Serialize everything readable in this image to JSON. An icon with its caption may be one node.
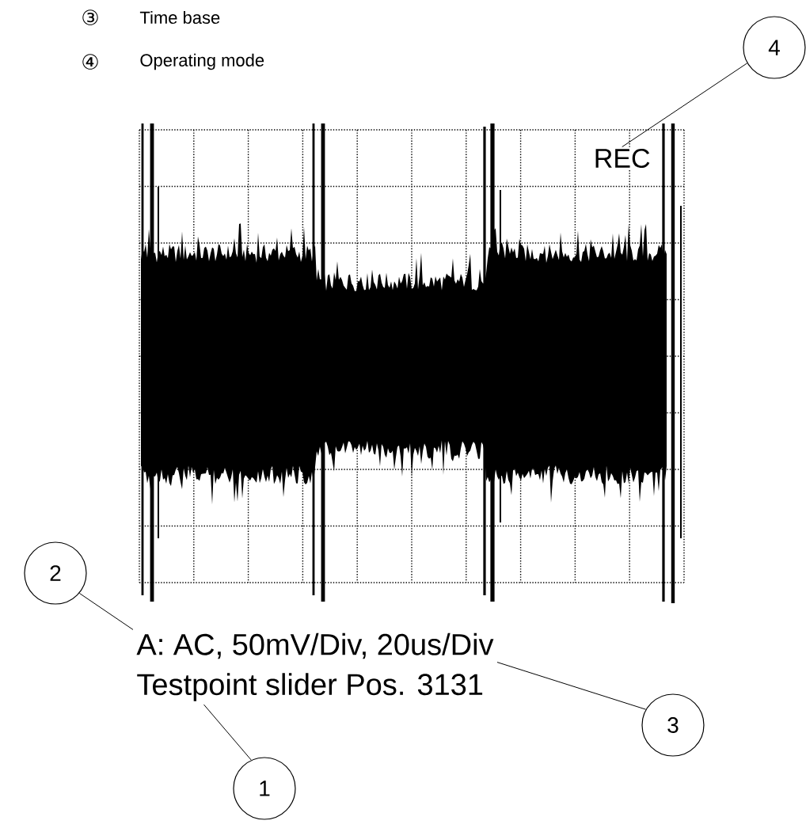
{
  "diagram": {
    "nodes": [
      {
        "text": [
          "4"
        ]
      },
      {
        "text": [
          "REC"
        ]
      },
      {
        "text": [
          "2"
        ]
      },
      {
        "text": [
          "A: AC, 50mV/Div, 20us/Div"
        ]
      },
      {
        "text": [
          "Testpoint slider Pos. 3131"
        ]
      },
      {
        "text": [
          "3"
        ]
      },
      {
        "text": [
          "1"
        ]
      }
    ],
    "edges": [
      {
        "from": 0,
        "to": 1,
        "arrow": "none"
      },
      {
        "from": 2,
        "to": 3,
        "arrow": "none"
      },
      {
        "from": 5,
        "to": 3,
        "arrow": "none"
      },
      {
        "from": 6,
        "to": 4,
        "arrow": "none"
      }
    ],
    "labels": [
      "③",
      "Time base",
      "④",
      "Operating mode"
    ]
  }
}
